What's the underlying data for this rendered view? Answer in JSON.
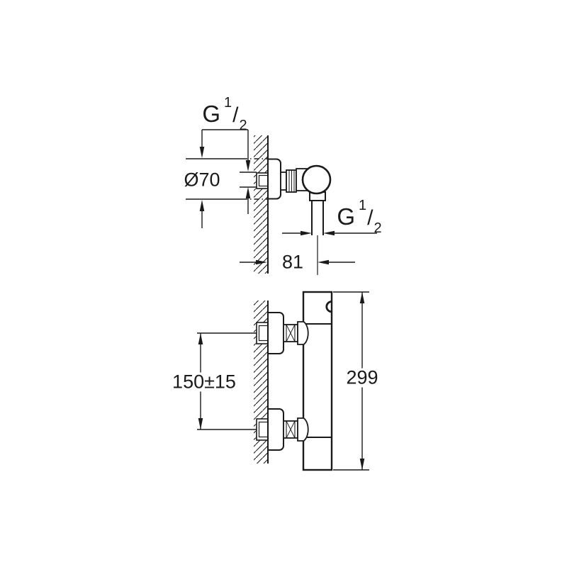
{
  "background_color": "#ffffff",
  "line_color": "#1a1a1a",
  "side_view": {
    "thread_inlet_label": {
      "base": "G",
      "numerator": "1",
      "slash": "/",
      "denominator": "2"
    },
    "escutcheon_diameter_label": "Ø70",
    "thread_outlet_label": {
      "base": "G",
      "numerator": "1",
      "slash": "/",
      "denominator": "2"
    },
    "wall_to_outlet_label": "81"
  },
  "front_view": {
    "connection_spacing_label": "150±15",
    "body_height_label": "299"
  }
}
